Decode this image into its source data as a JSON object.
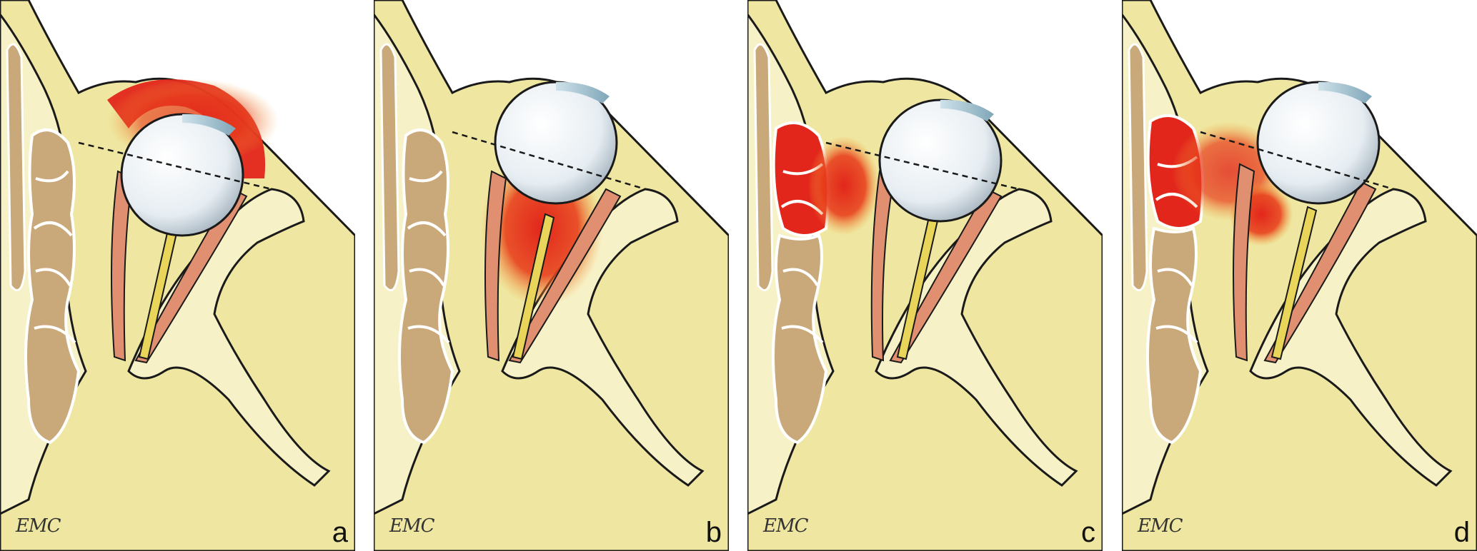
{
  "panels": [
    {
      "letter": "a",
      "signature": "EMC",
      "inflammation": "preseptal"
    },
    {
      "letter": "b",
      "signature": "EMC",
      "inflammation": "orbital-cellulitis"
    },
    {
      "letter": "c",
      "signature": "EMC",
      "inflammation": "subperiosteal-abscess"
    },
    {
      "letter": "d",
      "signature": "EMC",
      "inflammation": "orbital-abscess"
    }
  ],
  "colors": {
    "soft_tissue": "#efe7a1",
    "bone_light": "#f6f1c6",
    "sinus_cells": "#c9a97a",
    "inflammation": "#e2261b",
    "muscle": "#e09070",
    "optic_nerve": "#e8d55a",
    "outline": "#1a1a1a"
  }
}
